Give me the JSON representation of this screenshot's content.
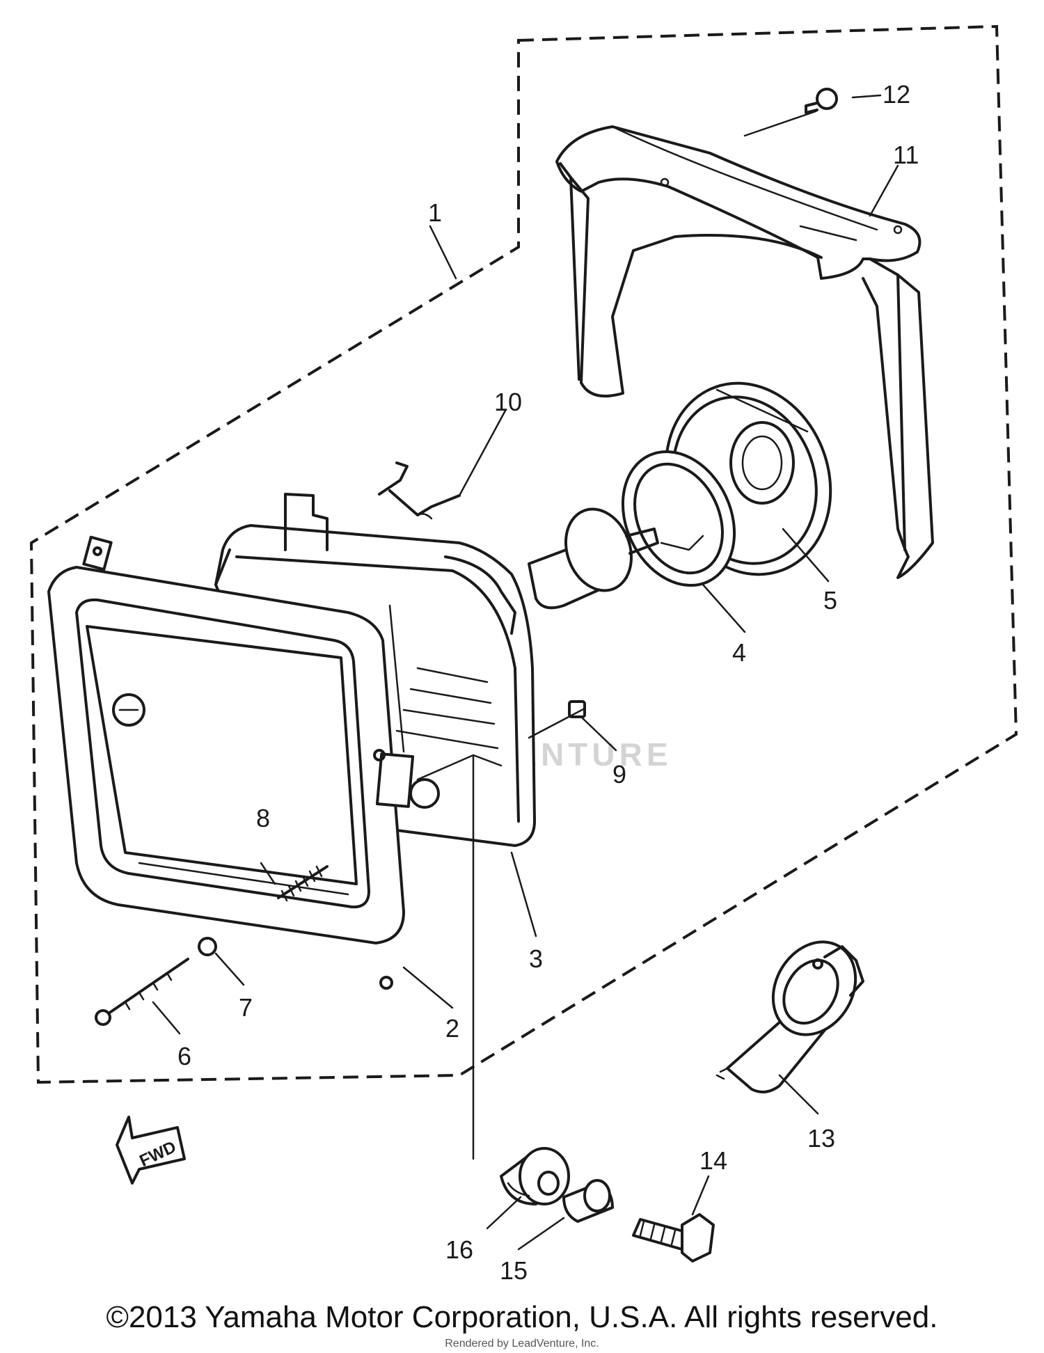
{
  "callouts": [
    {
      "id": "1",
      "label": "1"
    },
    {
      "id": "2",
      "label": "2"
    },
    {
      "id": "3",
      "label": "3"
    },
    {
      "id": "4",
      "label": "4"
    },
    {
      "id": "5",
      "label": "5"
    },
    {
      "id": "6",
      "label": "6"
    },
    {
      "id": "7",
      "label": "7"
    },
    {
      "id": "8",
      "label": "8"
    },
    {
      "id": "9",
      "label": "9"
    },
    {
      "id": "10",
      "label": "10"
    },
    {
      "id": "11",
      "label": "11"
    },
    {
      "id": "12",
      "label": "12"
    },
    {
      "id": "13",
      "label": "13"
    },
    {
      "id": "14",
      "label": "14"
    },
    {
      "id": "15",
      "label": "15"
    },
    {
      "id": "16",
      "label": "16"
    }
  ],
  "direction_marker": "FWD",
  "watermark": "LEADVENTURE",
  "copyright": "©2013 Yamaha Motor Corporation, U.S.A. All rights reserved.",
  "rendered_by": "Rendered by LeadVenture, Inc."
}
